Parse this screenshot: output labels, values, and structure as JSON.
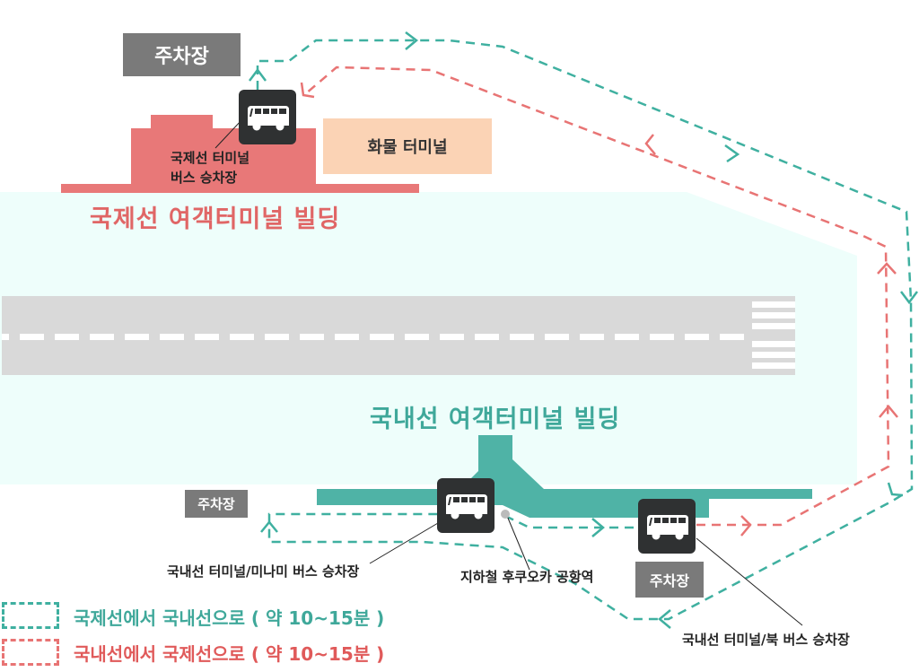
{
  "colors": {
    "intl_to_dom": "#3fb0a0",
    "dom_to_intl": "#e87474",
    "intl_building": "#e87878",
    "dom_building": "#4fb3a6",
    "cargo": "#fbd3b5",
    "parking": "#7a7a7a",
    "runway": "#d9d9d9",
    "airfield": "#eefefb",
    "bus_stop": "#2f3132"
  },
  "parking_top": {
    "label": "주차장",
    "icon": "parking"
  },
  "parking_dom_left": {
    "label": "주차장",
    "icon": "parking"
  },
  "parking_dom_right": {
    "label": "주차장",
    "icon": "parking"
  },
  "intl_building": {
    "title": "국제선 여객터미널 빌딩"
  },
  "cargo_terminal": {
    "label": "화물 터미널"
  },
  "dom_building": {
    "title": "국내선 여객터미널 빌딩"
  },
  "bus_stops": [
    {
      "icon": "bus-icon",
      "label_line1": "국제선 터미널",
      "label_line2": "버스 승차장"
    },
    {
      "icon": "bus-icon",
      "label": "국내선 터미널/미나미 버스 승차장"
    },
    {
      "icon": "bus-icon",
      "label": "국내선 터미널/북 버스 승차장"
    }
  ],
  "subway_station": {
    "label": "지하철 후쿠오카 공항역"
  },
  "legend": [
    {
      "label": "국제선에서 국내선으로 ( 약 10~15분 )",
      "color": "#3fb0a0"
    },
    {
      "label": "국내선에서 국제선으로 ( 약 10~15분 )",
      "color": "#e06060"
    }
  ]
}
